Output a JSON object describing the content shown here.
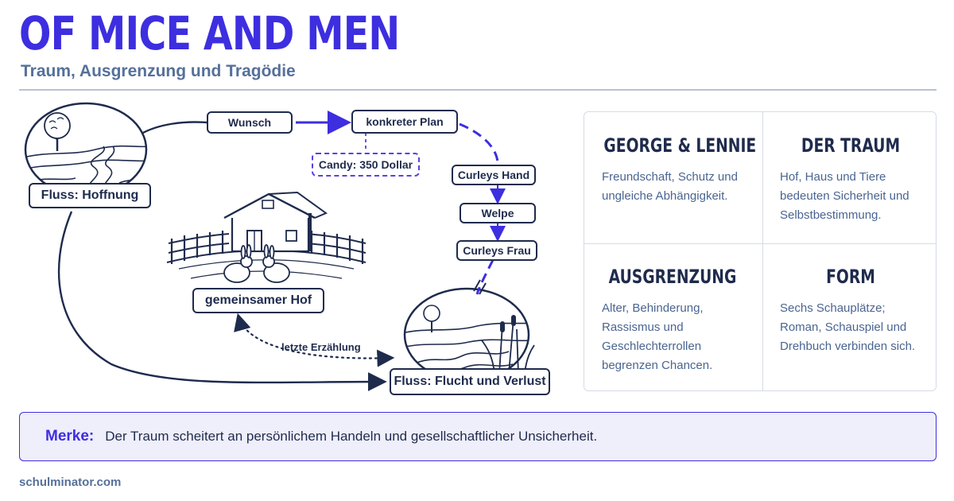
{
  "header": {
    "title": "OF MICE AND MEN",
    "subtitle": "Traum, Ausgrenzung und Tragödie"
  },
  "diagram": {
    "nodes": {
      "fluss_hoffnung": "Fluss: Hoffnung",
      "wunsch": "Wunsch",
      "konkreter_plan": "konkreter Plan",
      "candy": "Candy: 350 Dollar",
      "curleys_hand": "Curleys Hand",
      "welpe": "Welpe",
      "curleys_frau": "Curleys Frau",
      "gemeinsamer_hof": "gemeinsamer Hof",
      "fluss_flucht": "Fluss: Flucht und Verlust"
    },
    "edge_labels": {
      "letzte_erzaehlung": "letzte Erzählung"
    }
  },
  "panels": [
    {
      "heading": "GEORGE & LENNIE",
      "text": "Freundschaft, Schutz und ungleiche Abhängigkeit."
    },
    {
      "heading": "DER TRAUM",
      "text": "Hof, Haus und Tiere bedeuten Sicherheit und Selbstbestimmung."
    },
    {
      "heading": "AUSGRENZUNG",
      "text": "Alter, Behinderung, Rassismus und Geschlechterrollen begrenzen Chancen."
    },
    {
      "heading": "FORM",
      "text": "Sechs Schauplätze; Roman, Schauspiel und Drehbuch verbinden sich."
    }
  ],
  "merke": {
    "label": "Merke:",
    "text": "Der Traum scheitert an persönlichem Handeln und gesellschaftlicher Unsicherheit."
  },
  "footer": {
    "source": "schulminator.com"
  },
  "colors": {
    "accent": "#3d2ee0",
    "navy": "#1f2b4d",
    "muted": "#55709a",
    "note_bg": "#efeefb"
  },
  "icons": [
    "tree-river-landscape-icon",
    "farmhouse-icon",
    "rabbit-icon",
    "reed-river-landscape-icon"
  ]
}
